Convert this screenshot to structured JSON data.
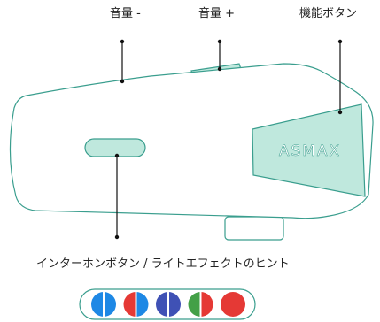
{
  "labels": {
    "volume_down": "音量 -",
    "volume_up": "音量 +",
    "function_button": "機能ボタン",
    "intercom_caption": "インターホンボタン / ライトエフェクトのヒント"
  },
  "brand": {
    "logo_text": "ASMAX"
  },
  "colors": {
    "outline": "#3a9e8e",
    "mint_fill": "#bfe8dd",
    "body_fill": "#ffffff",
    "leader": "#111111",
    "logo_text": "#ffffff"
  },
  "light_hints": [
    {
      "name": "blue-white",
      "left": "#1e88e5",
      "right": "#1e88e5",
      "divider": "#ffffff"
    },
    {
      "name": "red-blue",
      "left": "#e53935",
      "right": "#1e88e5",
      "divider": "#ffffff"
    },
    {
      "name": "blue",
      "left": "#3f51b5",
      "right": "#3f51b5",
      "divider": "#ffffff"
    },
    {
      "name": "green-red",
      "left": "#43a047",
      "right": "#e53935",
      "divider": "#ffffff"
    },
    {
      "name": "red",
      "left": "#e53935",
      "right": "#e53935",
      "divider": null
    }
  ]
}
